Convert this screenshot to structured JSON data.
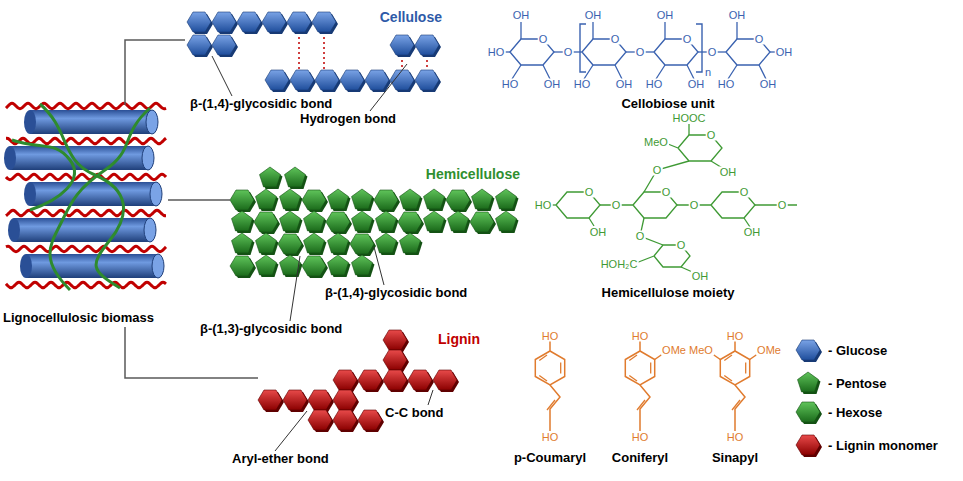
{
  "diagram": {
    "nodes": [
      {
        "text": [
          "Lignocellulosic biomass"
        ]
      },
      {
        "text": [
          "Cellulose"
        ]
      },
      {
        "text": [
          "Hemicellulose"
        ]
      },
      {
        "text": [
          "Lignin"
        ]
      }
    ],
    "edges": [
      {
        "from": 0,
        "to": 1,
        "arrow": "none"
      },
      {
        "from": 0,
        "to": 2,
        "arrow": "none"
      },
      {
        "from": 0,
        "to": 3,
        "arrow": "none"
      }
    ],
    "labels": [
      "β-(1,4)-glycosidic bond",
      "Hydrogen bond",
      "OH",
      "O",
      "HO",
      "OH",
      "OH",
      "O",
      "HO",
      "OH",
      "OH",
      "O",
      "HO",
      "OH",
      "OH",
      "O",
      "HO",
      "OH",
      "O",
      "O",
      "O",
      "HO",
      "OH",
      "n",
      "Cellobiose unit",
      "β-(1,4)-glycosidic bond",
      "β-(1,3)-glycosidic bond",
      "HO",
      "O",
      "OH",
      "O",
      "O",
      "O",
      "O",
      "HOH₂C",
      "O",
      "OH",
      "O",
      "O",
      "OH",
      "O",
      "HOOC",
      "MeO",
      "O",
      "OH",
      "Hemicellulose moiety",
      "C-C bond",
      "Aryl-ether bond",
      "HO",
      "HO",
      "HO",
      "OMe",
      "HO",
      "MeO",
      "HO",
      "OMe",
      "HO",
      "p-Coumaryl",
      "Coniferyl",
      "Sinapyl"
    ],
    "legend": [
      {
        "text": "- Glucose"
      },
      {
        "text": "- Pentose"
      },
      {
        "text": "- Hexose"
      },
      {
        "text": "- Lignin monomer"
      }
    ]
  }
}
